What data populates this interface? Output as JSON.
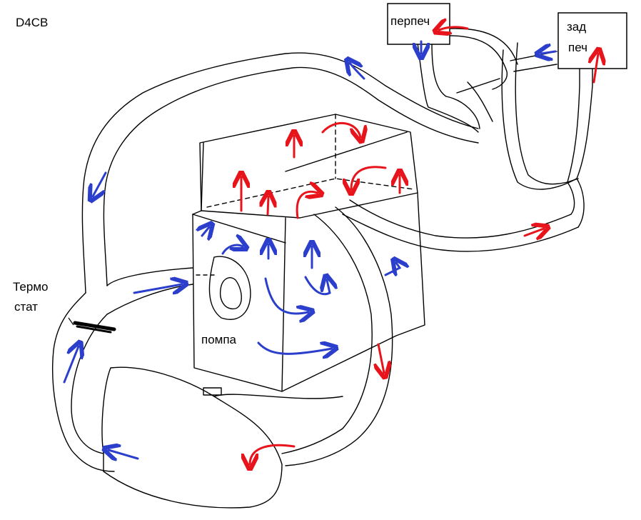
{
  "labels": {
    "title": "D4CB",
    "thermostat_line1": "Термо",
    "thermostat_line2": "стат",
    "pump": "помпа",
    "front_heater": "перпеч",
    "rear_heater_line1": "зад",
    "rear_heater_line2": "печ"
  },
  "colors": {
    "outline": "#000000",
    "hot_flow": "#e8141b",
    "cold_flow": "#2b3fcc",
    "background": "#ffffff"
  }
}
